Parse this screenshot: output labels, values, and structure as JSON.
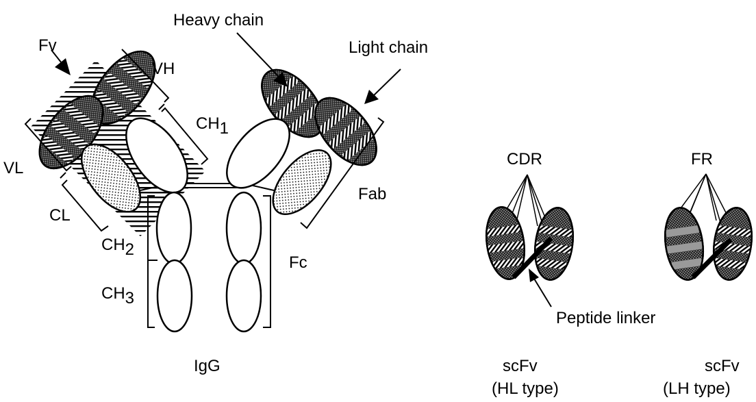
{
  "labels": {
    "heavy_chain": "Heavy chain",
    "light_chain": "Light chain",
    "fv": "Fv",
    "vh": "VH",
    "vl": "VL",
    "ch1": "CH",
    "ch1_sub": "1",
    "cl": "CL",
    "ch2": "CH",
    "ch2_sub": "2",
    "ch3": "CH",
    "ch3_sub": "3",
    "fab": "Fab",
    "fc": "Fc",
    "igg": "IgG",
    "cdr": "CDR",
    "fr": "FR",
    "peptide_linker": "Peptide linker",
    "scfv_hl_line1": "scFv",
    "scfv_hl_line2": "(HL  type)",
    "scfv_lh_line1": "scFv",
    "scfv_lh_line2": "(LH  type)"
  }
}
